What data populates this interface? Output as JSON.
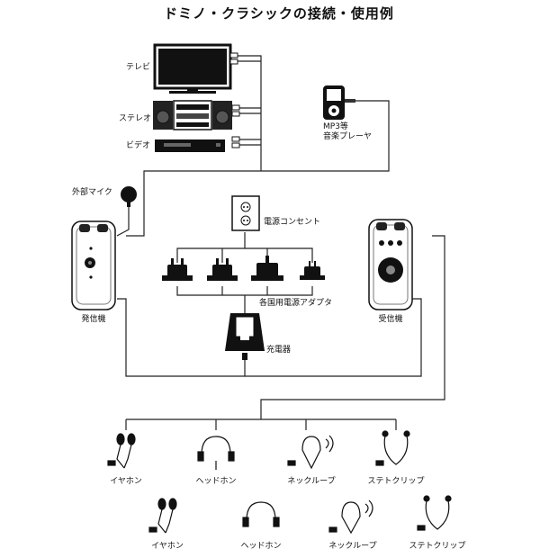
{
  "title": "ドミノ・クラシックの接続・使用例",
  "sources": {
    "tv": "テレビ",
    "stereo": "ステレオ",
    "video": "ビデオ",
    "mp3_line1": "MP3等",
    "mp3_line2": "音楽プレーヤ",
    "mic": "外部マイク"
  },
  "power": {
    "outlet": "電源コンセント",
    "adapters": "各国用電源アダプタ",
    "charger": "充電器"
  },
  "devices": {
    "transmitter": "発信機",
    "receiver": "受信機"
  },
  "listening_row1": [
    "イヤホン",
    "ヘッドホン",
    "ネックループ",
    "ステトクリップ"
  ],
  "listening_row2": [
    "イヤホン",
    "ヘッドホン",
    "ネックループ",
    "ステトクリップ"
  ]
}
